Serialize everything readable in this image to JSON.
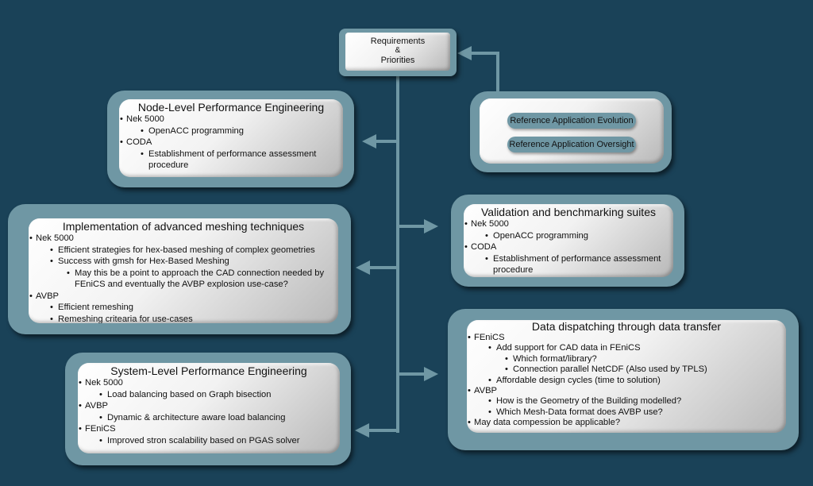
{
  "requirements": {
    "lines": [
      "Requirements",
      "&",
      "Priorities"
    ]
  },
  "reference": {
    "evolution": "Reference Application Evolution",
    "oversight": "Reference Application Oversight"
  },
  "node_level": {
    "title": "Node-Level Performance Engineering",
    "items": [
      {
        "level": 1,
        "text": "Nek 5000"
      },
      {
        "level": 2,
        "text": "OpenACC programming"
      },
      {
        "level": 1,
        "text": "CODA"
      },
      {
        "level": 2,
        "text": "Establishment of performance assessment procedure"
      }
    ]
  },
  "meshing": {
    "title": "Implementation of advanced meshing techniques",
    "items": [
      {
        "level": 1,
        "text": "Nek 5000"
      },
      {
        "level": 2,
        "text": "Efficient strategies for hex-based meshing of complex geometries"
      },
      {
        "level": 2,
        "text": "Success with gmsh for Hex-Based Meshing"
      },
      {
        "level": 3,
        "text": "May this be a point to approach the  CAD connection needed by FEniCS and  eventually the  AVBP explosion use-case?"
      },
      {
        "level": 1,
        "text": "AVBP"
      },
      {
        "level": 2,
        "text": "Efficient remeshing"
      },
      {
        "level": 2,
        "text": "Remeshing critearia for use-cases"
      }
    ]
  },
  "system_level": {
    "title": "System-Level Performance Engineering",
    "items": [
      {
        "level": 1,
        "text": "Nek 5000"
      },
      {
        "level": 2,
        "text": "Load balancing based on Graph bisection"
      },
      {
        "level": 1,
        "text": "AVBP"
      },
      {
        "level": 2,
        "text": "Dynamic & architecture aware load balancing"
      },
      {
        "level": 1,
        "text": "FEniCS"
      },
      {
        "level": 2,
        "text": "Improved stron scalability based on PGAS solver"
      }
    ]
  },
  "validation": {
    "title": "Validation and benchmarking suites",
    "items": [
      {
        "level": 1,
        "text": "Nek 5000"
      },
      {
        "level": 2,
        "text": "OpenACC programming"
      },
      {
        "level": 1,
        "text": "CODA"
      },
      {
        "level": 2,
        "text": "Establishment of performance assessment procedure"
      }
    ]
  },
  "dispatching": {
    "title": "Data dispatching through data transfer",
    "items": [
      {
        "level": 1,
        "text": "FEniCS"
      },
      {
        "level": 2,
        "text": "Add support for CAD data in FEniCS"
      },
      {
        "level": 3,
        "text": "Which format/library?"
      },
      {
        "level": 3,
        "text": "Connection parallel NetCDF (Also used by TPLS)"
      },
      {
        "level": 2,
        "text": "Affordable design cycles (time to solution)"
      },
      {
        "level": 1,
        "text": "AVBP"
      },
      {
        "level": 2,
        "text": "How is the Geometry of the Building modelled?"
      },
      {
        "level": 2,
        "text": "Which Mesh-Data format does AVBP use?"
      },
      {
        "level": 1,
        "text": "May data compession be applicable?"
      }
    ]
  },
  "colors": {
    "background": "#1a4258",
    "frame": "#6f97a4",
    "connector": "#6f97a4"
  }
}
